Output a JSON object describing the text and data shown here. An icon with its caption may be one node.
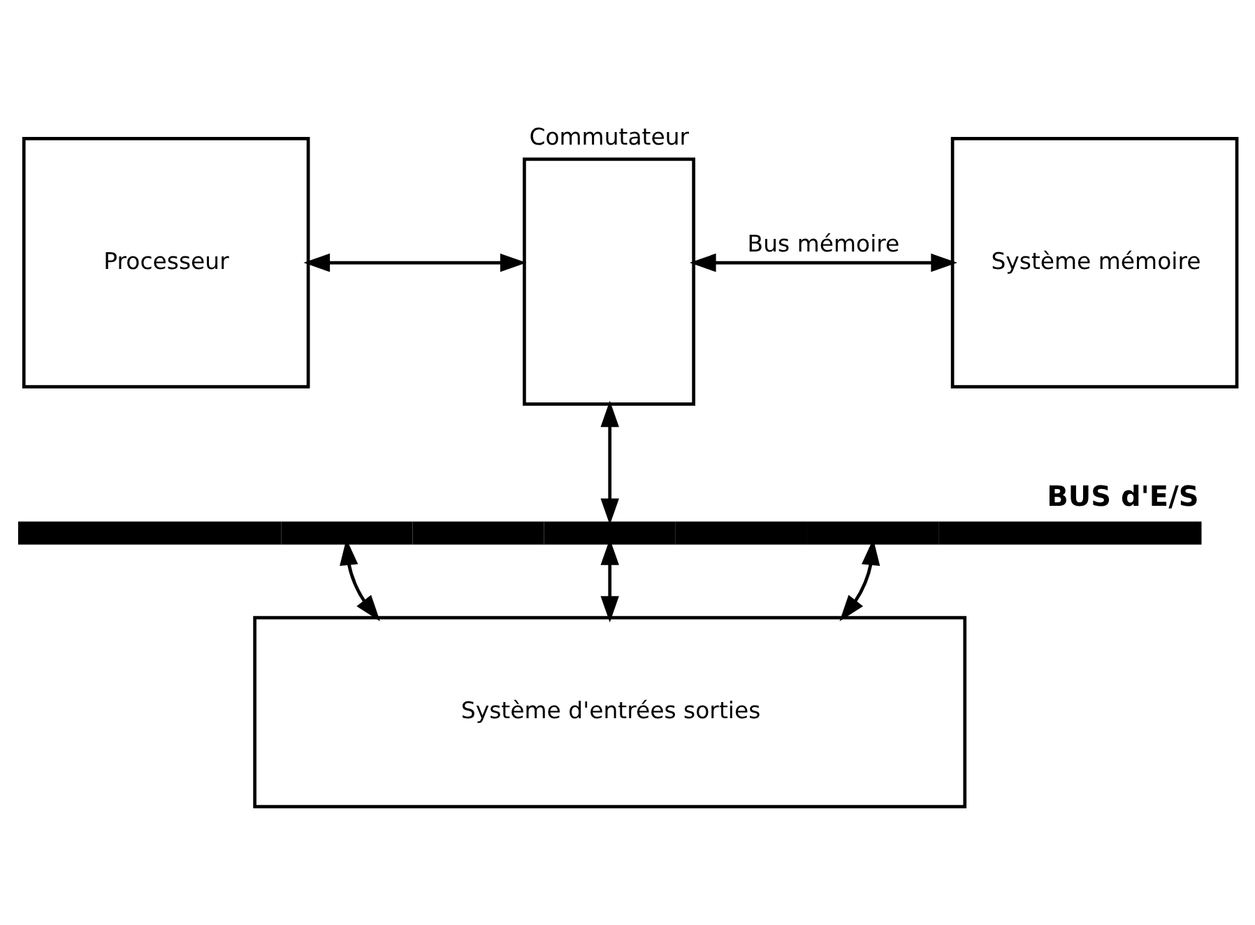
{
  "diagram": {
    "nodes": [
      {
        "text": [
          "Processeur"
        ]
      },
      {
        "text": [
          "Commutateur"
        ]
      },
      {
        "text": [
          "Système mémoire"
        ]
      },
      {
        "text": [
          "BUS d'E/S"
        ]
      },
      {
        "text": [
          "Système d'entrées sorties"
        ]
      }
    ],
    "edges": [
      {
        "from": 0,
        "to": 1,
        "arrow": "both"
      },
      {
        "from": 1,
        "to": 2,
        "arrow": "both",
        "label": "Bus mémoire"
      },
      {
        "from": 1,
        "to": 3,
        "arrow": "both"
      },
      {
        "from": 3,
        "to": 4,
        "arrow": "both"
      },
      {
        "from": 3,
        "to": 4,
        "arrow": "both"
      },
      {
        "from": 3,
        "to": 4,
        "arrow": "both"
      }
    ]
  }
}
